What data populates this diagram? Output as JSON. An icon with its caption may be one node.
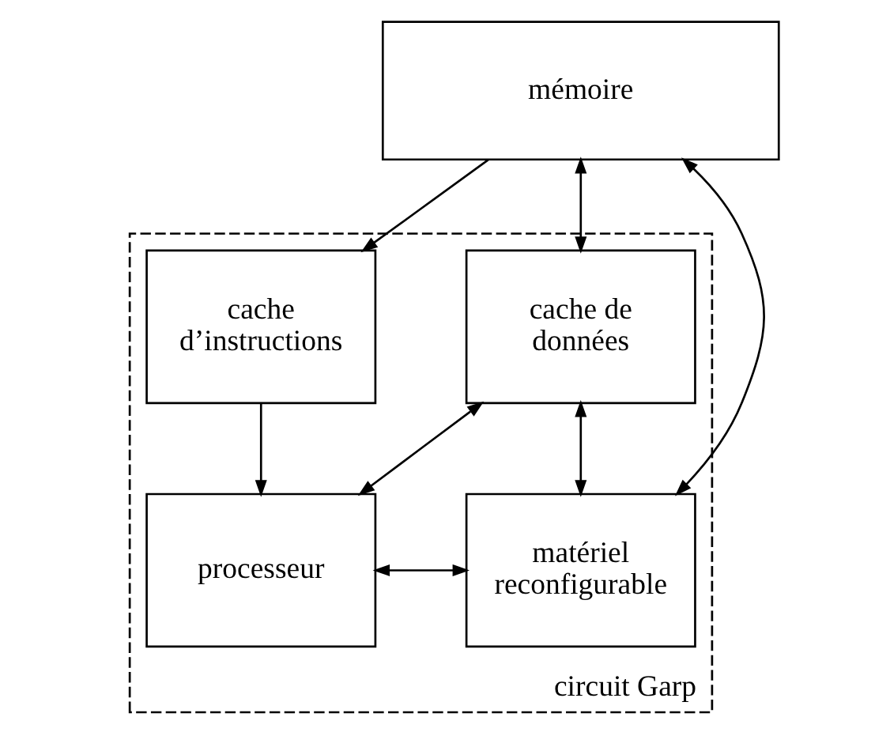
{
  "diagram": {
    "nodes": [
      {
        "text": [
          "mémoire"
        ]
      },
      {
        "text": [
          "circuit Garp"
        ]
      },
      {
        "text": [
          "cache d’instructions"
        ],
        "in": 1
      },
      {
        "text": [
          "cache de données"
        ],
        "in": 1
      },
      {
        "text": [
          "processeur"
        ],
        "in": 1
      },
      {
        "text": [
          "matériel reconfigurable"
        ],
        "in": 1
      }
    ],
    "edges": [
      {
        "from": 0,
        "to": 2,
        "arrow": "to"
      },
      {
        "from": 0,
        "to": 3,
        "arrow": "both"
      },
      {
        "from": 0,
        "to": 5,
        "arrow": "both"
      },
      {
        "from": 2,
        "to": 4,
        "arrow": "to"
      },
      {
        "from": 3,
        "to": 4,
        "arrow": "both"
      },
      {
        "from": 3,
        "to": 5,
        "arrow": "both"
      },
      {
        "from": 4,
        "to": 5,
        "arrow": "both"
      }
    ]
  }
}
